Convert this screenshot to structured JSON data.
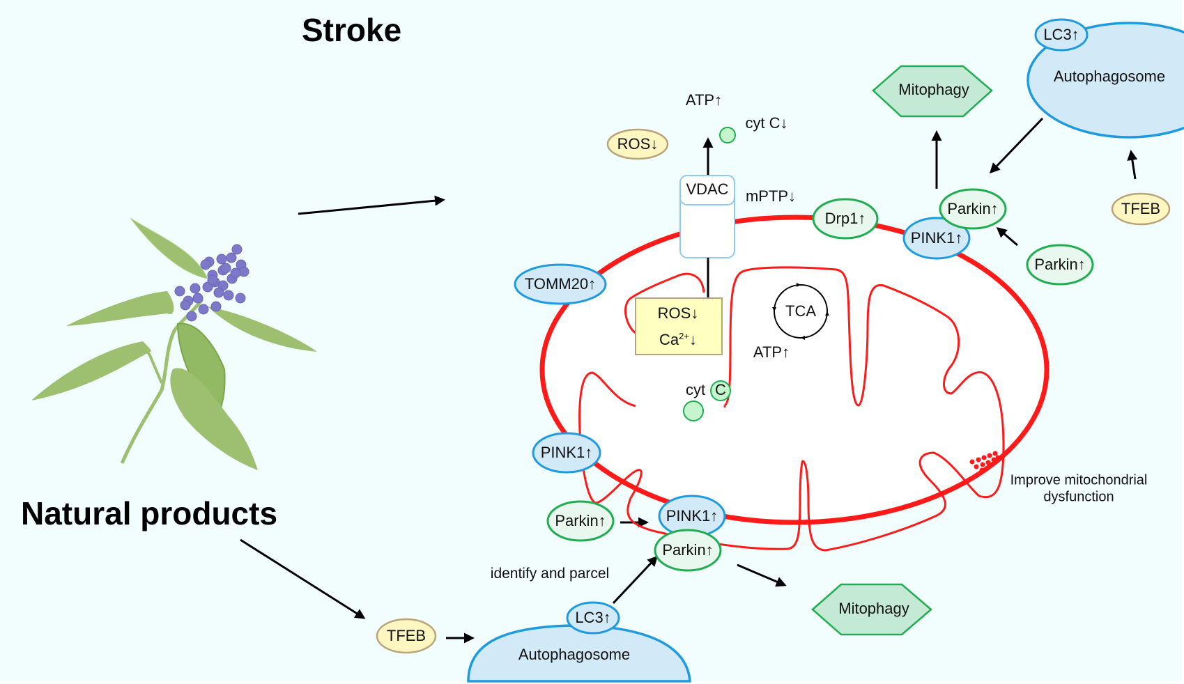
{
  "figure": {
    "title_top": "Stroke",
    "title_left": "Natural products",
    "background_color": "#f2fdfd",
    "colors": {
      "membrane_red": "#ff1a1a",
      "blue_stroke": "#1e9be0",
      "blue_fill": "#d2e9f7",
      "green_stroke": "#1fae4f",
      "green_fill": "#e8f8ee",
      "mitophagy_fill": "#c4ead6",
      "yellow_fill": "#fdf6c0",
      "yellow_stroke": "#b9a47a",
      "box_fill": "#ffffc0",
      "berry": "#7b79c8",
      "leaf": "#9cc070"
    }
  },
  "plant": {
    "icon": "plant-with-berries-icon"
  },
  "mitochondrion": {
    "outer_markers": {
      "tomm20": "TOMM20↑",
      "pink1_left": "PINK1↑",
      "pink1_bottom": "PINK1↑",
      "parkin_bottom": "Parkin↑",
      "drp1": "Drp1↑",
      "pink1_top": "PINK1↑",
      "parkin_top": "Parkin↑"
    },
    "vdac": "VDAC",
    "mptp": "mPTP↓",
    "matrix_box": {
      "line1": "ROS↓",
      "line2_base": "Ca",
      "line2_sup": "2+",
      "line2_arrow": "↓"
    },
    "tca": "TCA",
    "atp_inner": "ATP↑",
    "cytc_inner": "cyt",
    "cytc_inner_circle": "C",
    "improve_note_line1": "Improve mitochondrial",
    "improve_note_line2": "dysfunction"
  },
  "cytosol": {
    "atp_out": "ATP↑",
    "cytc_out": "cyt C↓",
    "ros_out": "ROS↓"
  },
  "top_right_pathway": {
    "mitophagy": "Mitophagy",
    "autophagosome": "Autophagosome",
    "lc3": "LC3↑",
    "tfeb": "TFEB",
    "parkin_free": "Parkin↑"
  },
  "bottom_pathway": {
    "parkin_free": "Parkin↑",
    "tfeb": "TFEB",
    "lc3": "LC3↑",
    "autophagosome": "Autophagosome",
    "identify_label": "identify and parcel",
    "mitophagy": "Mitophagy"
  }
}
